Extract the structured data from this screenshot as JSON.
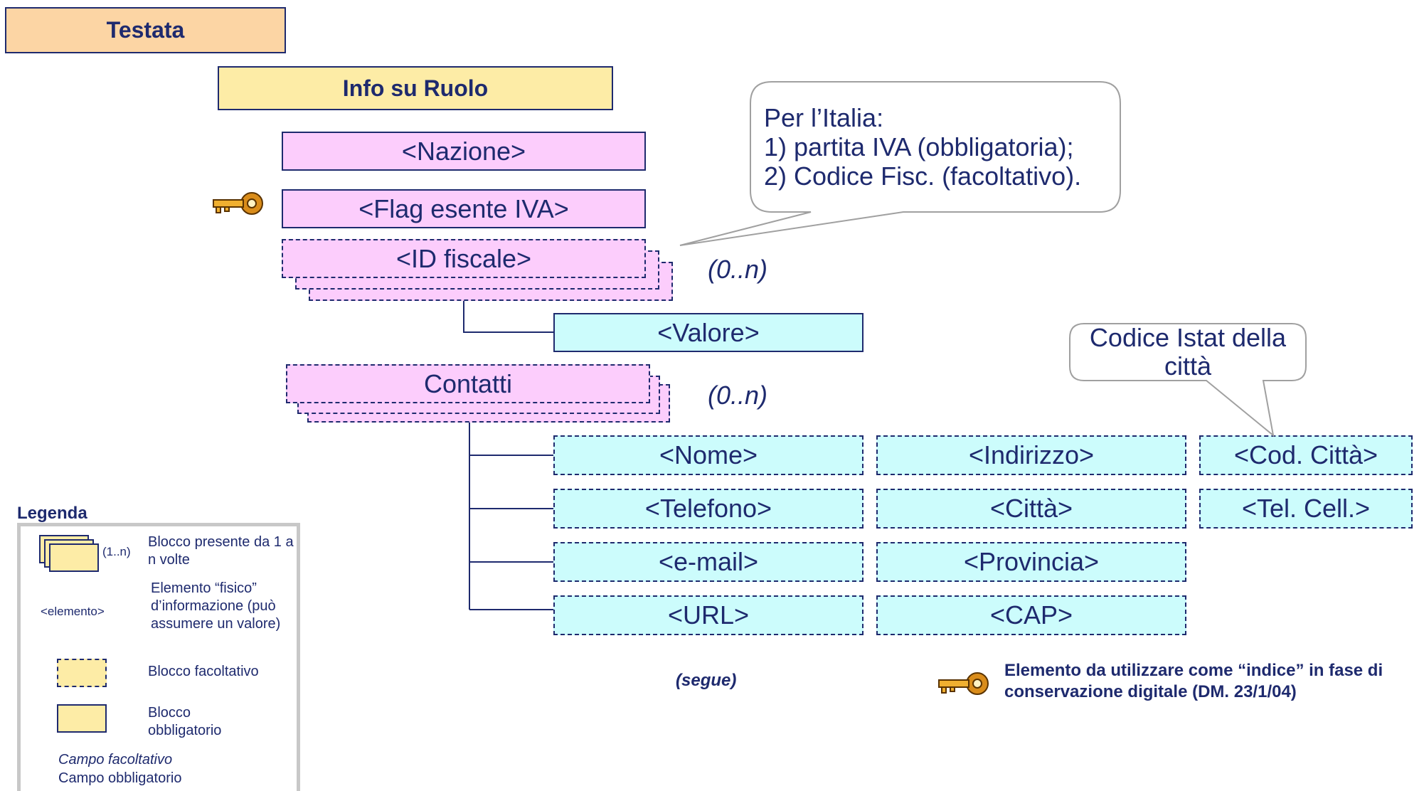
{
  "header": {
    "testata": "Testata",
    "info_ruolo": "Info su Ruolo"
  },
  "elements": {
    "nazione": "<Nazione>",
    "flag_iva": "<Flag esente IVA>",
    "id_fiscale": "<ID fiscale>",
    "valore": "<Valore>",
    "contatti": "Contatti",
    "nome": "<Nome>",
    "telefono": "<Telefono>",
    "email": "<e-mail>",
    "url": "<URL>",
    "indirizzo": "<Indirizzo>",
    "citta": "<Città>",
    "provincia": "<Provincia>",
    "cap": "<CAP>",
    "cod_citta": "<Cod. Città>",
    "tel_cell": "<Tel. Cell.>"
  },
  "cardinality": {
    "id_fiscale": "(0..n)",
    "contatti": "(0..n)"
  },
  "callouts": {
    "italia": [
      "Per l’Italia:",
      "1) partita IVA (obbligatoria);",
      "2) Codice Fisc. (facoltativo)."
    ],
    "istat": "Codice Istat della città"
  },
  "continuation": "(segue)",
  "key_note": {
    "line1": "Elemento da utilizzare come “indice” in fase di",
    "line2": "conservazione digitale (DM. 23/1/04)"
  },
  "legend": {
    "title": "Legenda",
    "mult_label": "(1..n)",
    "mult_text": "Blocco presente da 1 a n volte",
    "element_sample": "<elemento>",
    "element_text": "Elemento “fisico” d’informazione (può assumere un valore)",
    "optional_block": "Blocco facoltativo",
    "mandatory_block": "Blocco obbligatorio",
    "optional_field": "Campo facoltativo",
    "mandatory_field": "Campo obbligatorio"
  },
  "colors": {
    "orange": "#fcd5a4",
    "yellow": "#fdeca6",
    "pink": "#fccdfc",
    "cyan": "#ccfcfc",
    "navy": "#1e2a6e"
  },
  "icons": [
    "key-icon"
  ]
}
